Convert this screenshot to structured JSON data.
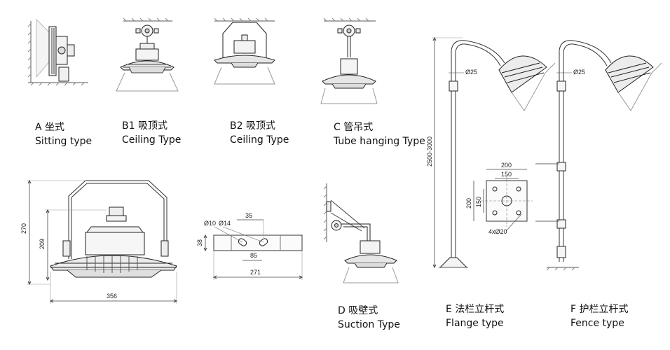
{
  "mounts": [
    {
      "code_cn": "A 坐式",
      "name_en": "Sitting type"
    },
    {
      "code_cn": "B1 吸顶式",
      "name_en": "Ceiling  Type"
    },
    {
      "code_cn": "B2 吸顶式",
      "name_en": "Ceiling  Type"
    },
    {
      "code_cn": "C 管吊式",
      "name_en": "Tube hanging Type"
    },
    {
      "code_cn": "D 吸壁式",
      "name_en": "Suction Type"
    },
    {
      "code_cn": "E 法栏立杆式",
      "name_en": "Flange type"
    },
    {
      "code_cn": "F 护栏立杆式",
      "name_en": "Fence type"
    }
  ],
  "dimensions": {
    "lamp_height": "270",
    "lamp_body_height": "209",
    "lamp_width": "356",
    "bracket_length": "271",
    "bracket_height": "38",
    "hole_small": "Ø10",
    "hole_large": "Ø14",
    "hole_spacing": "35",
    "hole_offset": "85",
    "pole_diameter_e": "Ø25",
    "pole_diameter_f": "Ø25",
    "pole_height": "2500-3000",
    "flange_outer": "200",
    "flange_inner": "150",
    "flange_outer_v": "200",
    "flange_inner_v": "150",
    "flange_holes": "4xØ20"
  }
}
